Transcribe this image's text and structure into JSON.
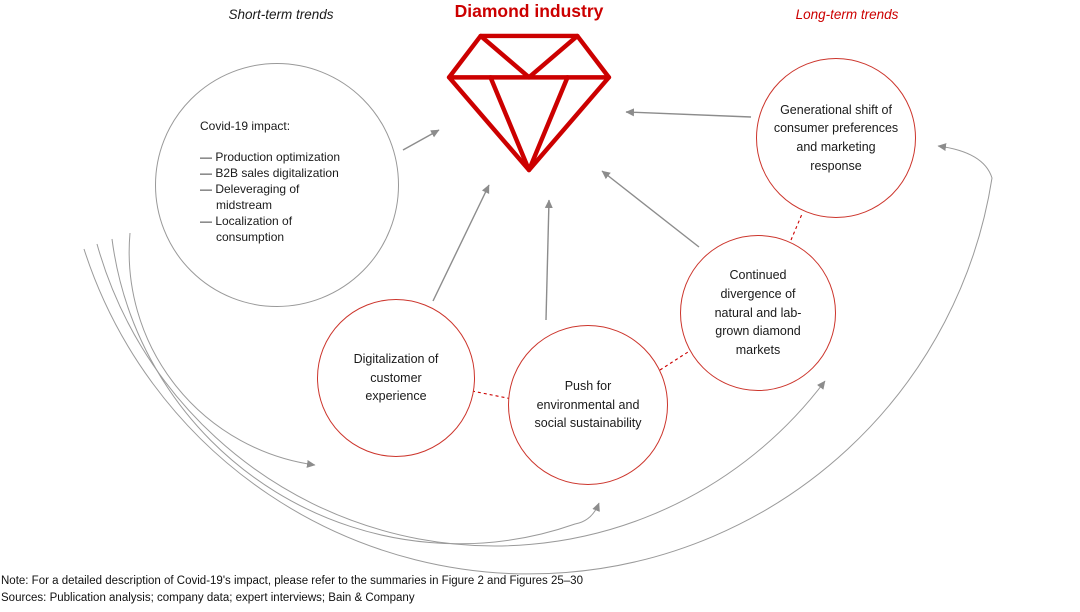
{
  "title": "Diamond industry",
  "labels": {
    "short_term": "Short-term trends",
    "long_term": "Long-term trends"
  },
  "bubbles": {
    "covid": {
      "heading": "Covid-19 impact:",
      "items": [
        "— Production optimization",
        "— B2B sales digitalization",
        "— Deleveraging of midstream",
        "— Localization of consumption"
      ]
    },
    "digitalization": {
      "label": "Digitalization of customer experience"
    },
    "sustainability": {
      "label": "Push for environmental and social sustainability"
    },
    "divergence": {
      "label": "Continued divergence of natural and lab-grown diamond markets"
    },
    "generational": {
      "label": "Generational shift of consumer preferences and marketing response"
    }
  },
  "footnotes": {
    "note": "Note: For a detailed description of Covid-19's impact, please refer to the summaries in Figure 2 and Figures 25–30",
    "sources": "Sources: Publication analysis; company data; expert interviews; Bain & Company"
  },
  "colors": {
    "accent_red": "#cc0000",
    "circle_red": "#cc352c",
    "line_gray": "#8c8c8c",
    "circle_gray": "#999999"
  }
}
